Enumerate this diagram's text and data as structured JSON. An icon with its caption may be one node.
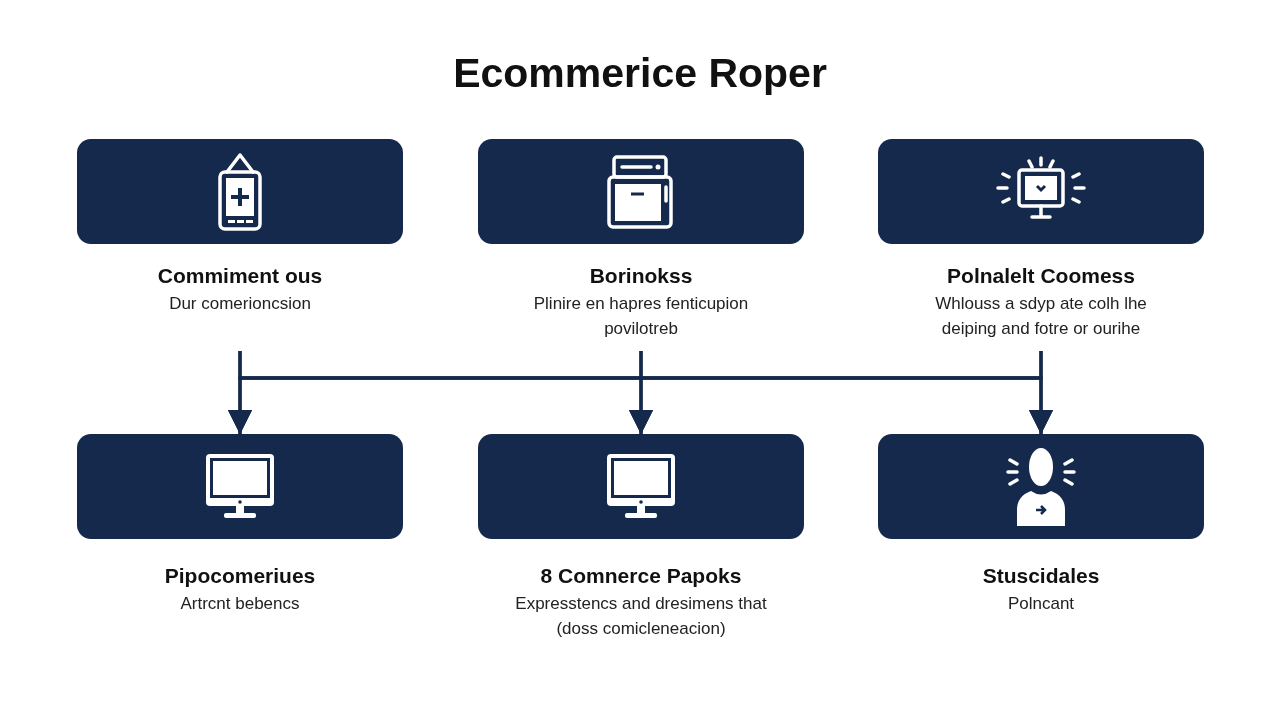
{
  "diagram": {
    "title": "Ecommerice Roper",
    "nodes": [
      {
        "text": [
          "Commiment ous",
          "Dur comerioncsion"
        ]
      },
      {
        "text": [
          "Borinokss",
          "Plinire en hapres fenticupion povilotreb"
        ]
      },
      {
        "text": [
          "Polnalelt Coomess",
          "Whlouss a sdyp ate colh lhe deiping and fotre or ourihe"
        ]
      },
      {
        "text": [
          "Pipocomeriues",
          "Artrcnt bebencs"
        ]
      },
      {
        "text": [
          "8 Comnerce Papoks",
          "Expresstencs and dresimens that (doss comicleneacion)"
        ]
      },
      {
        "text": [
          "Stuscidales",
          "Polncant"
        ]
      }
    ],
    "edges": [
      {
        "from": 0,
        "to": 3,
        "arrow": "to"
      },
      {
        "from": 0,
        "to": 4,
        "arrow": "to"
      },
      {
        "from": 0,
        "to": 5,
        "arrow": "to"
      },
      {
        "from": 1,
        "to": 3,
        "arrow": "to"
      },
      {
        "from": 1,
        "to": 4,
        "arrow": "to"
      },
      {
        "from": 1,
        "to": 5,
        "arrow": "to"
      },
      {
        "from": 2,
        "to": 3,
        "arrow": "to"
      },
      {
        "from": 2,
        "to": 4,
        "arrow": "to"
      },
      {
        "from": 2,
        "to": 5,
        "arrow": "to"
      }
    ]
  }
}
